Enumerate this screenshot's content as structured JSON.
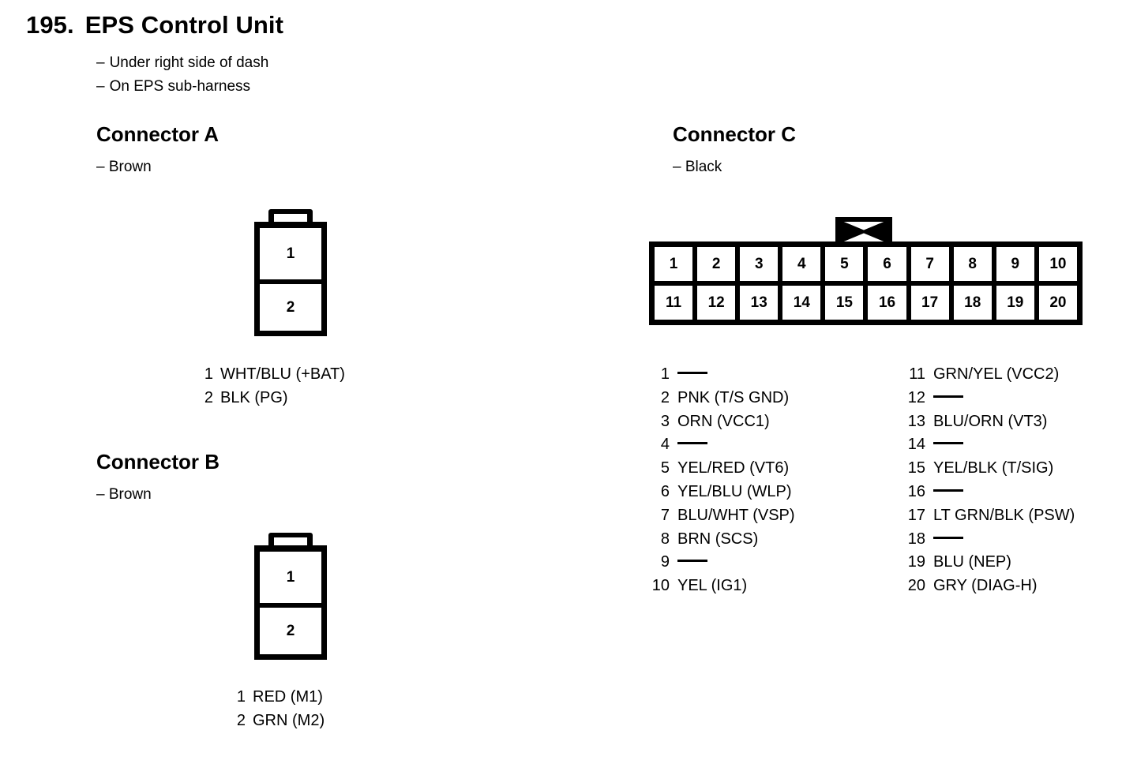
{
  "page": {
    "title_number": "195.",
    "title_text": "EPS Control Unit",
    "notes": [
      "Under right side of dash",
      "On EPS sub-harness"
    ],
    "dash_lead": "–"
  },
  "connector_a": {
    "heading": "Connector A",
    "color": "– Brown",
    "cells": [
      "1",
      "2"
    ],
    "pins": [
      {
        "num": "1",
        "label": "WHT/BLU (+BAT)"
      },
      {
        "num": "2",
        "label": "BLK (PG)"
      }
    ]
  },
  "connector_b": {
    "heading": "Connector B",
    "color": "– Brown",
    "cells": [
      "1",
      "2"
    ],
    "pins": [
      {
        "num": "1",
        "label": "RED (M1)"
      },
      {
        "num": "2",
        "label": "GRN (M2)"
      }
    ]
  },
  "connector_c": {
    "heading": "Connector C",
    "color": "– Black",
    "tab_icon": "bowtie-x-icon",
    "cells_top": [
      "1",
      "2",
      "3",
      "4",
      "5",
      "6",
      "7",
      "8",
      "9",
      "10"
    ],
    "cells_bottom": [
      "11",
      "12",
      "13",
      "14",
      "15",
      "16",
      "17",
      "18",
      "19",
      "20"
    ],
    "pins_left": [
      {
        "num": "1",
        "label": "",
        "empty": true
      },
      {
        "num": "2",
        "label": "PNK (T/S GND)",
        "empty": false
      },
      {
        "num": "3",
        "label": "ORN (VCC1)",
        "empty": false
      },
      {
        "num": "4",
        "label": "",
        "empty": true
      },
      {
        "num": "5",
        "label": "YEL/RED (VT6)",
        "empty": false
      },
      {
        "num": "6",
        "label": "YEL/BLU (WLP)",
        "empty": false
      },
      {
        "num": "7",
        "label": "BLU/WHT (VSP)",
        "empty": false
      },
      {
        "num": "8",
        "label": "BRN (SCS)",
        "empty": false
      },
      {
        "num": "9",
        "label": "",
        "empty": true
      },
      {
        "num": "10",
        "label": "YEL (IG1)",
        "empty": false
      }
    ],
    "pins_right": [
      {
        "num": "11",
        "label": "GRN/YEL (VCC2)",
        "empty": false
      },
      {
        "num": "12",
        "label": "",
        "empty": true
      },
      {
        "num": "13",
        "label": "BLU/ORN (VT3)",
        "empty": false
      },
      {
        "num": "14",
        "label": "",
        "empty": true
      },
      {
        "num": "15",
        "label": "YEL/BLK (T/SIG)",
        "empty": false
      },
      {
        "num": "16",
        "label": "",
        "empty": true
      },
      {
        "num": "17",
        "label": "LT GRN/BLK (PSW)",
        "empty": false
      },
      {
        "num": "18",
        "label": "",
        "empty": true
      },
      {
        "num": "19",
        "label": "BLU (NEP)",
        "empty": false
      },
      {
        "num": "20",
        "label": "GRY (DIAG-H)",
        "empty": false
      }
    ]
  },
  "colors": {
    "ink": "#000000",
    "paper": "#ffffff"
  }
}
